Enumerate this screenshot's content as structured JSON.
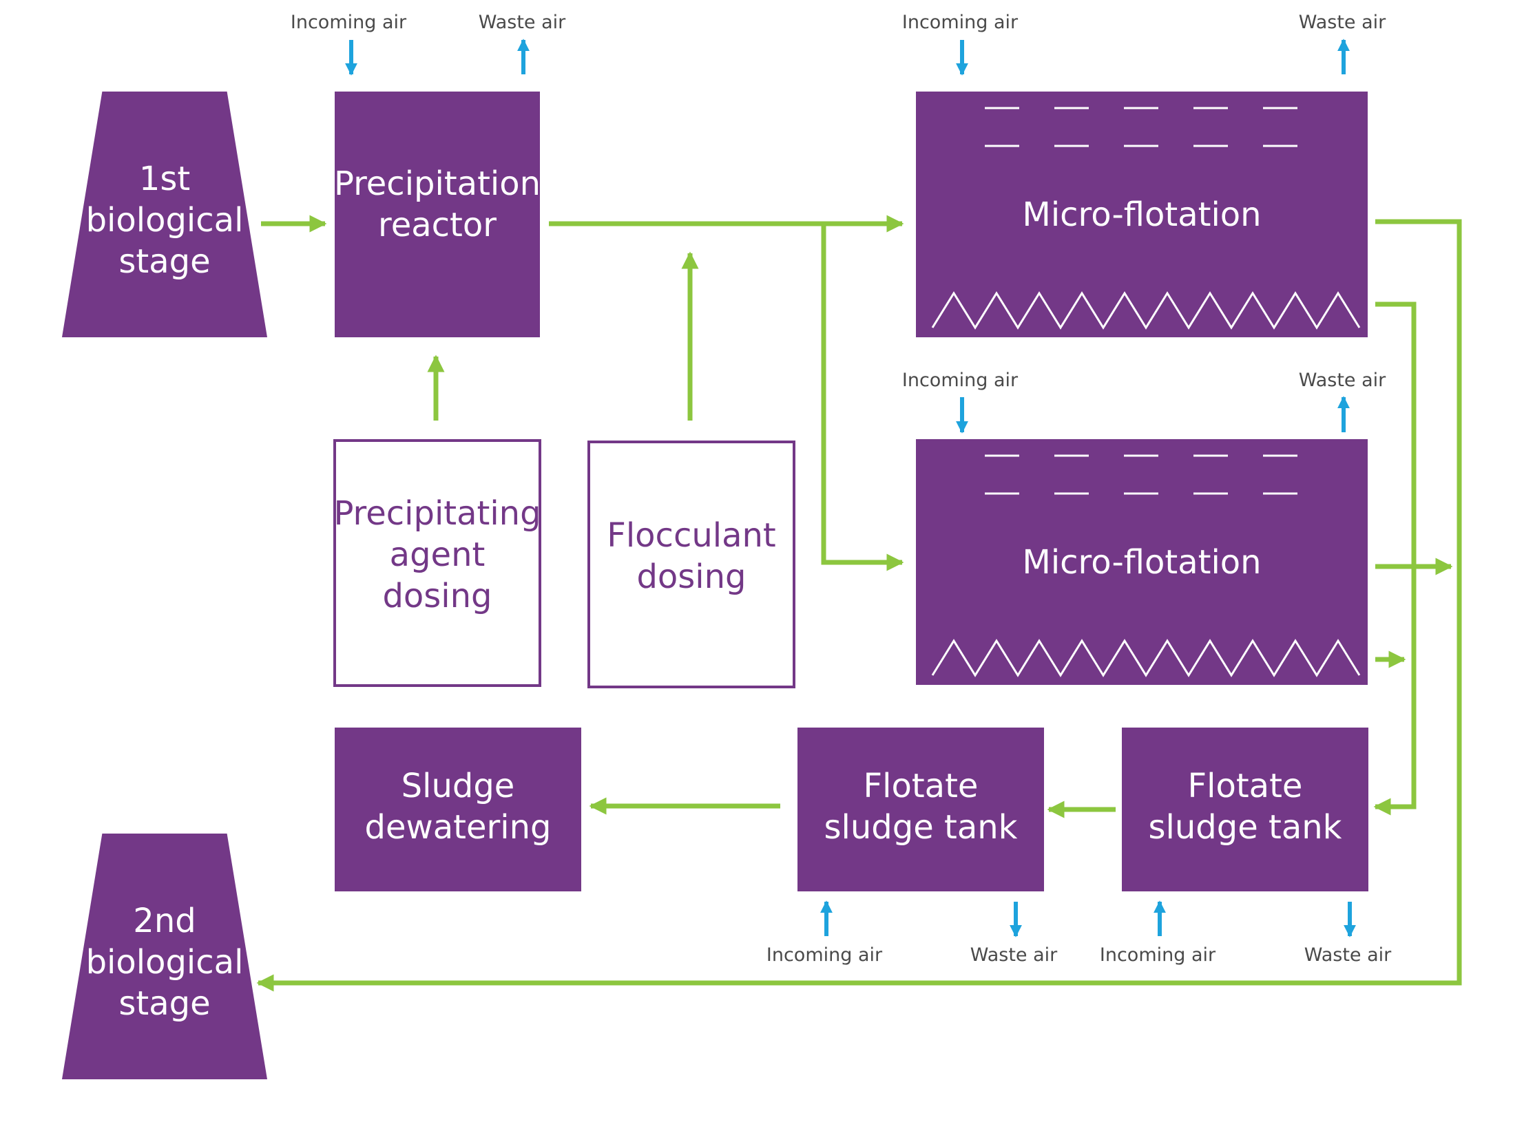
{
  "colors": {
    "purple": "#733887",
    "green": "#8cc63f",
    "blue": "#1ea3dd",
    "label": "#4a4a4a"
  },
  "nodes": {
    "bio1": {
      "lines": [
        "1st",
        "biological",
        "stage"
      ]
    },
    "bio2": {
      "lines": [
        "2nd",
        "biological",
        "stage"
      ]
    },
    "precip_reactor": {
      "lines": [
        "Precipitation",
        "reactor"
      ]
    },
    "precip_dosing": {
      "lines": [
        "Precipitating",
        "agent dosing"
      ]
    },
    "flocculant_dosing": {
      "lines": [
        "Flocculant",
        "dosing"
      ]
    },
    "flotation_1": {
      "label": "Micro-flotation"
    },
    "flotation_2": {
      "label": "Micro-flotation"
    },
    "sludge_dewatering": {
      "lines": [
        "Sludge",
        "dewatering"
      ]
    },
    "flotate_tank_1": {
      "lines": [
        "Flotate",
        "sludge tank"
      ]
    },
    "flotate_tank_2": {
      "lines": [
        "Flotate",
        "sludge tank"
      ]
    }
  },
  "air_labels": {
    "reactor_in": "Incoming air",
    "reactor_out": "Waste air",
    "flotation1_in": "Incoming air",
    "flotation1_out": "Waste air",
    "flotation2_in": "Incoming air",
    "flotation2_out": "Waste air",
    "tank1_in": "Incoming air",
    "tank1_out": "Waste air",
    "tank2_in": "Incoming air",
    "tank2_out": "Waste air"
  }
}
